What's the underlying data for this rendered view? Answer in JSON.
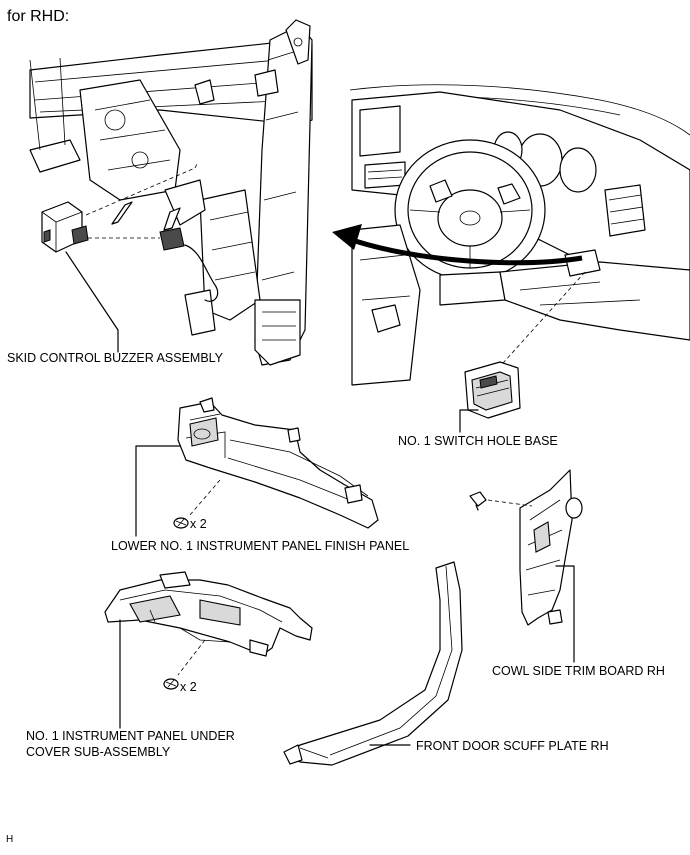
{
  "header": "for RHD:",
  "footer": "H",
  "labels": {
    "buzzer": "SKID CONTROL BUZZER ASSEMBLY",
    "switch_base": "NO. 1 SWITCH HOLE BASE",
    "finish_panel": "LOWER NO. 1 INSTRUMENT PANEL FINISH PANEL",
    "under_cover_1": "NO. 1 INSTRUMENT PANEL UNDER",
    "under_cover_2": "COVER SUB-ASSEMBLY",
    "cowl": "COWL SIDE TRIM BOARD RH",
    "scuff": "FRONT DOOR SCUFF PLATE RH",
    "qty_a": "x 2",
    "qty_b": "x 2"
  }
}
